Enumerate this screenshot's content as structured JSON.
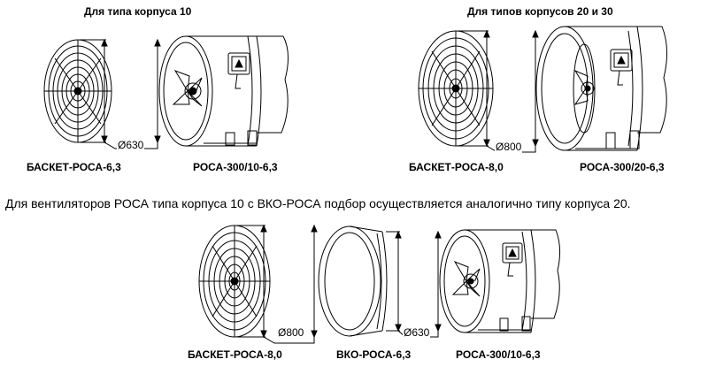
{
  "headings": {
    "left": "Для типа корпуса 10",
    "right": "Для типов корпусов 20 и 30"
  },
  "top_left": {
    "grille_caption": "БАСКЕТ-РОСА-6,3",
    "fan_caption": "РОСА-300/10-6,3",
    "dimension": "Ø630"
  },
  "top_right": {
    "grille_caption": "БАСКЕТ-РОСА-8,0",
    "fan_caption": "РОСА-300/20-6,3",
    "dimension": "Ø800"
  },
  "note": "Для вентиляторов РОСА типа корпуса 10 с ВКО-РОСА подбор осуществляется аналогично типу корпуса 20.",
  "bottom": {
    "grille_caption": "БАСКЕТ-РОСА-8,0",
    "adapter_caption": "ВКО-РОСА-6,3",
    "fan_caption": "РОСА-300/10-6,3",
    "dimension_large": "Ø800",
    "dimension_small": "Ø630"
  }
}
